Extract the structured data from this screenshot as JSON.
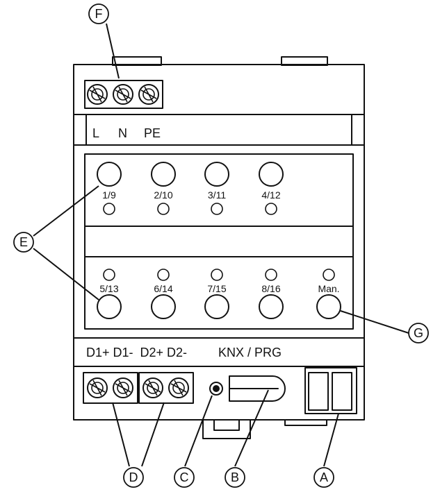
{
  "callouts": {
    "a": "A",
    "b": "B",
    "c": "C",
    "d": "D",
    "e": "E",
    "f": "F",
    "g": "G"
  },
  "terminals": {
    "l": "L",
    "n": "N",
    "pe": "PE",
    "d_bus": "D1+ D1-  D2+ D2-",
    "knx_prg": "KNX / PRG"
  },
  "channels": {
    "top": [
      "1/9",
      "2/10",
      "3/11",
      "4/12"
    ],
    "bottom": [
      "5/13",
      "6/14",
      "7/15",
      "8/16"
    ],
    "manual": "Man."
  },
  "colors": {
    "line": "#111111",
    "background": "#ffffff"
  }
}
